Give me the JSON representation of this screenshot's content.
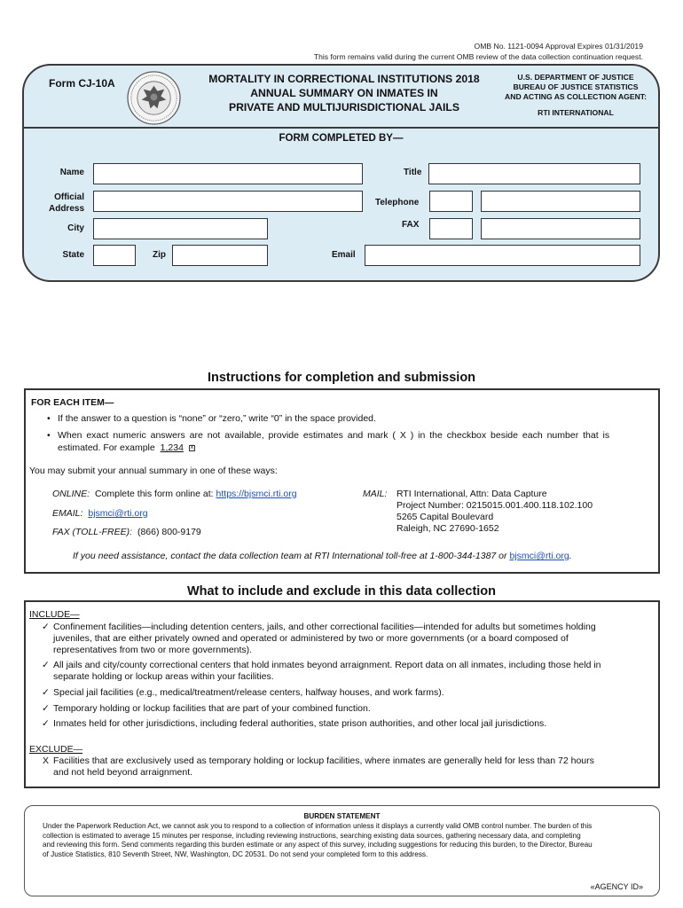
{
  "omb": {
    "line1": "OMB No. 1121-0094 Approval Expires 01/31/2019",
    "line2": "This form remains valid during the current OMB review of the data collection continuation request."
  },
  "header": {
    "form_id": "Form CJ-10A",
    "title": [
      "MORTALITY IN CORRECTIONAL INSTITUTIONS 2018",
      "ANNUAL SUMMARY ON INMATES IN",
      "PRIVATE AND MULTIJURISDICTIONAL JAILS"
    ],
    "agency": [
      "U.S. DEPARTMENT OF JUSTICE",
      "BUREAU OF JUSTICE STATISTICS",
      "AND ACTING AS COLLECTION AGENT:"
    ],
    "agent": "RTI INTERNATIONAL",
    "completed_by": "FORM COMPLETED BY—"
  },
  "fields": {
    "name_label": "Name",
    "title_label": "Title",
    "address_label_1": "Official",
    "address_label_2": "Address",
    "telephone_label": "Telephone",
    "city_label": "City",
    "fax_label": "FAX",
    "state_label": "State",
    "zip_label": "Zip",
    "email_label": "Email"
  },
  "instructions": {
    "heading": "Instructions for completion and submission",
    "for_each": "FOR EACH ITEM—",
    "bullet1": "If the answer to a question is “none” or “zero,” write “0” in the space provided.",
    "bullet2a": "When exact numeric answers are not available, provide estimates and mark ( X ) in the checkbox beside each number that is",
    "bullet2b": "estimated. For example",
    "example_value": "1,234",
    "example_mark": "X",
    "submit_intro": "You may submit your annual summary in one of these ways:",
    "online_label": "ONLINE:",
    "online_text": "Complete this form online at:",
    "online_url": "https://bjsmci.rti.org",
    "email_label": "EMAIL:",
    "email_value": "bjsmci@rti.org",
    "fax_label": "FAX (TOLL-FREE):",
    "fax_value": "(866) 800-9179",
    "mail_label": "MAIL:",
    "mail_lines": [
      "RTI International, Attn: Data Capture",
      "Project Number: 0215015.001.400.118.102.100",
      "5265 Capital Boulevard",
      "Raleigh, NC 27690-1652"
    ],
    "assist_text": "If you need assistance, contact the data collection team at RTI International toll-free at 1-800-344-1387 or",
    "assist_email": "bjsmci@rti.org",
    "assist_end": "."
  },
  "include_exclude": {
    "heading": "What to include and exclude in this data collection",
    "include_label": "INCLUDE—",
    "check": "✓",
    "include_items": [
      [
        "Confinement facilities—including detention centers, jails, and other correctional facilities—intended for adults but sometimes holding",
        "juveniles, that are either privately owned and operated or administered by two or more governments (or a board composed of",
        "representatives from two or more governments)."
      ],
      [
        "All jails and city/county correctional centers that hold inmates beyond arraignment. Report data on all inmates, including those held in",
        "separate holding or lockup areas within your facilities."
      ],
      [
        "Special jail facilities (e.g., medical/treatment/release centers, halfway houses, and work farms)."
      ],
      [
        "Temporary holding or lockup facilities that are part of your combined function."
      ],
      [
        "Inmates held for other jurisdictions, including federal authorities, state prison authorities, and other local jail jurisdictions."
      ]
    ],
    "exclude_label": "EXCLUDE—",
    "exclude_mark": "X",
    "exclude_items": [
      "Facilities that are exclusively used as temporary holding or lockup facilities, where inmates are generally held for less than 72 hours",
      "and not held beyond arraignment."
    ]
  },
  "burden": {
    "heading": "BURDEN STATEMENT",
    "lines": [
      "Under the Paperwork Reduction Act, we cannot ask you to respond to a collection of information unless it displays a currently valid OMB control number. The burden of this",
      "collection is estimated to average 15 minutes per response, including reviewing instructions, searching existing data sources, gathering necessary data, and completing",
      "and reviewing this form. Send comments regarding this burden estimate or any aspect of this survey, including suggestions for reducing this burden, to the Director, Bureau",
      "of Justice Statistics, 810 Seventh Street, NW, Washington, DC 20531. Do not send your completed form to this address."
    ]
  },
  "footer": {
    "agency_id": "«AGENCY ID»"
  }
}
